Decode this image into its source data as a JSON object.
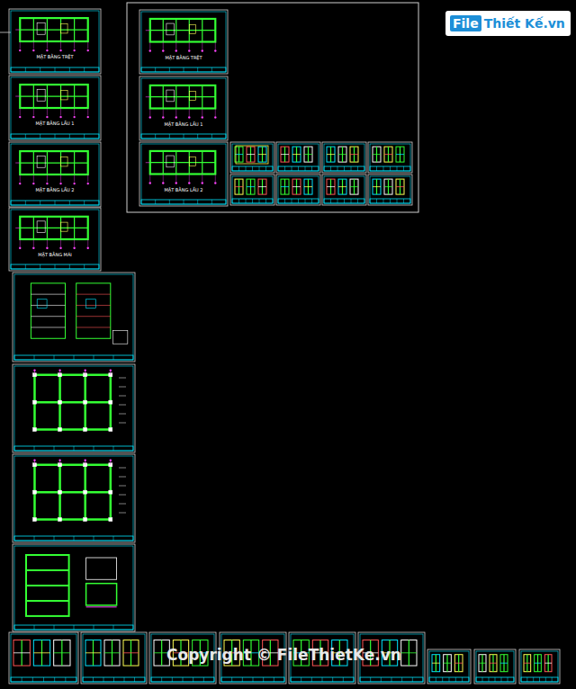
{
  "diagram": {
    "nodes": [
      {
        "text": [
          "File",
          "Thiết Kế.vn"
        ]
      },
      {
        "text": [
          "MẶT BẰNG TRỆT"
        ]
      },
      {
        "text": [
          "MẶT BẰNG LẦU 1"
        ]
      },
      {
        "text": [
          "MẶT BẰNG LẦU 2"
        ]
      },
      {
        "text": [
          "MẶT BẰNG MÁI"
        ]
      },
      {
        "text": [
          "MẶT BẰNG TRỆT"
        ]
      },
      {
        "text": [
          "MẶT BẰNG LẦU 1"
        ]
      },
      {
        "text": [
          "MẶT BẰNG LẦU 2"
        ]
      }
    ],
    "labels": [
      "Copyright © FileThietKe.vn"
    ]
  }
}
